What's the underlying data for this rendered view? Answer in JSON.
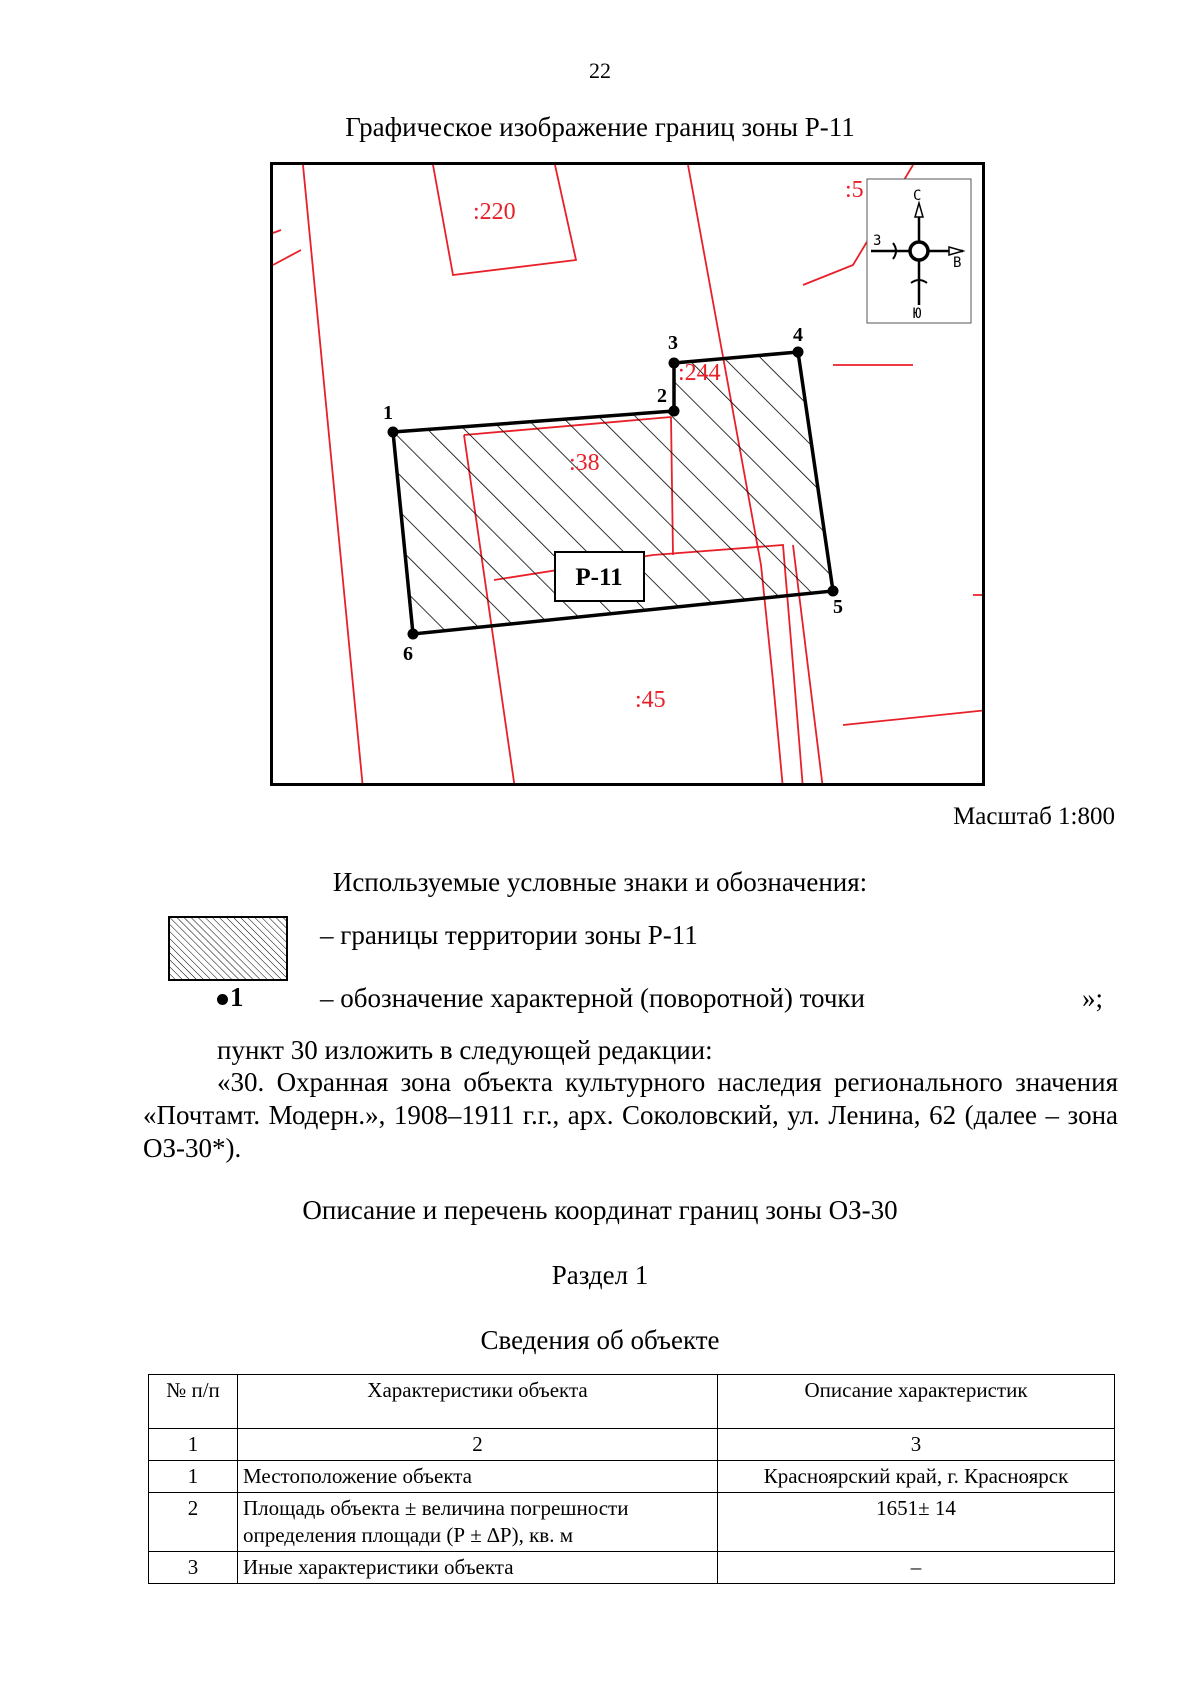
{
  "page_number": "22",
  "map": {
    "title": "Графическое изображение границ зоны Р-11",
    "zone_label": "Р-11",
    "parcel_labels": [
      ":220",
      ":5",
      ":244",
      ":38",
      ":45"
    ],
    "point_labels": [
      "1",
      "2",
      "3",
      "4",
      "5",
      "6"
    ],
    "compass": {
      "north": "С",
      "south": "Ю",
      "west": "З",
      "east": "В"
    },
    "colors": {
      "parcel_lines": "#e8202a",
      "zone_boundary": "#000000"
    },
    "scale": "Масштаб 1:800"
  },
  "legend": {
    "title": "Используемые условные знаки и обозначения:",
    "zone_text": "– границы территории зоны Р-11",
    "point_symbol": "1",
    "point_text": "– обозначение характерной (поворотной) точки",
    "point_end": "»;"
  },
  "text": {
    "para1": "пункт 30 изложить в следующей редакции:",
    "para2": "«30. Охранная зона объекта культурного наследия регионального значения «Почтамт. Модерн.», 1908–1911 г.г., арх. Соколовский, ул. Ленина, 62 (далее – зона ОЗ-30*).",
    "section_heading": "Описание и перечень координат границ зоны ОЗ-30",
    "section_sub": "Раздел 1",
    "section_sub2": "Сведения об объекте"
  },
  "table": {
    "headers": [
      "№ п/п",
      "Характеристики объекта",
      "Описание характеристик"
    ],
    "numbering": [
      "1",
      "2",
      "3"
    ],
    "rows": [
      [
        "1",
        "Местоположение объекта",
        "Красноярский край, г. Красноярск"
      ],
      [
        "2",
        "Площадь объекта ± величина погрешности определения площади (Р ± ∆Р), кв. м",
        "1651± 14"
      ],
      [
        "3",
        "Иные характеристики объекта",
        "–"
      ]
    ]
  }
}
